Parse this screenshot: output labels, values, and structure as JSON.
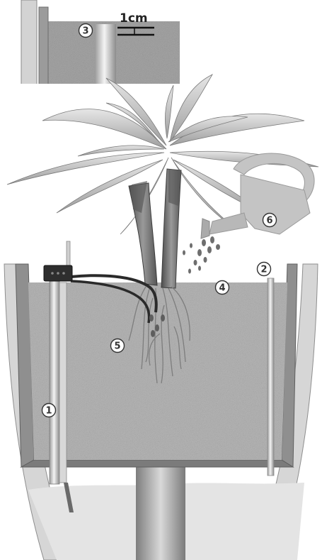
{
  "figure": {
    "scale_label": "1cm",
    "callouts": [
      "1",
      "2",
      "3",
      "4",
      "5",
      "6"
    ],
    "colors": {
      "substrate": "#b9b9b9",
      "outer_pot": "#d6d6d6",
      "inner_pot": "#8f8f8f",
      "leaf": "#a6a6a6",
      "trunk": "#6f6f6f",
      "droplet": "#6e6e6e",
      "watering_can": "#c4c4c4"
    },
    "icons": [
      "water-level-indicator-icon",
      "riser-tube-icon",
      "watering-can-icon",
      "sensor-box-icon",
      "plant-icon"
    ]
  }
}
